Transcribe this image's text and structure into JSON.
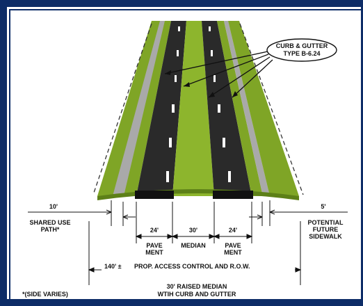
{
  "colors": {
    "border": "#0d2c67",
    "grass": "#7fa526",
    "grass_dark": "#5d8018",
    "pavement": "#2a2a2a",
    "path": "#a9a9a9",
    "lane_mark": "#ffffff"
  },
  "callout": {
    "line1": "CURB & GUTTER",
    "line2": "TYPE B-6.24"
  },
  "dimensions": {
    "left_path_width": "10'",
    "right_sidewalk_width": "5'",
    "pavement_left_width": "24'",
    "median_width": "30'",
    "pavement_right_width": "24'",
    "total_row": "140' ±"
  },
  "labels": {
    "shared_use_path_1": "SHARED  USE",
    "shared_use_path_2": "PATH*",
    "future_sidewalk_1": "POTENTIAL",
    "future_sidewalk_2": "FUTURE",
    "future_sidewalk_3": "SIDEWALK",
    "pavement_left_1": "PAVE",
    "pavement_left_2": "MENT",
    "median": "MEDIAN",
    "pavement_right_1": "PAVE",
    "pavement_right_2": "MENT",
    "row": "PROP. ACCESS CONTROL AND R.O.W.",
    "note_side": "*(SIDE VARIES)",
    "note_median_1": "30' RAISED  MEDIAN",
    "note_median_2": "WTIH CURB AND GUTTER"
  }
}
